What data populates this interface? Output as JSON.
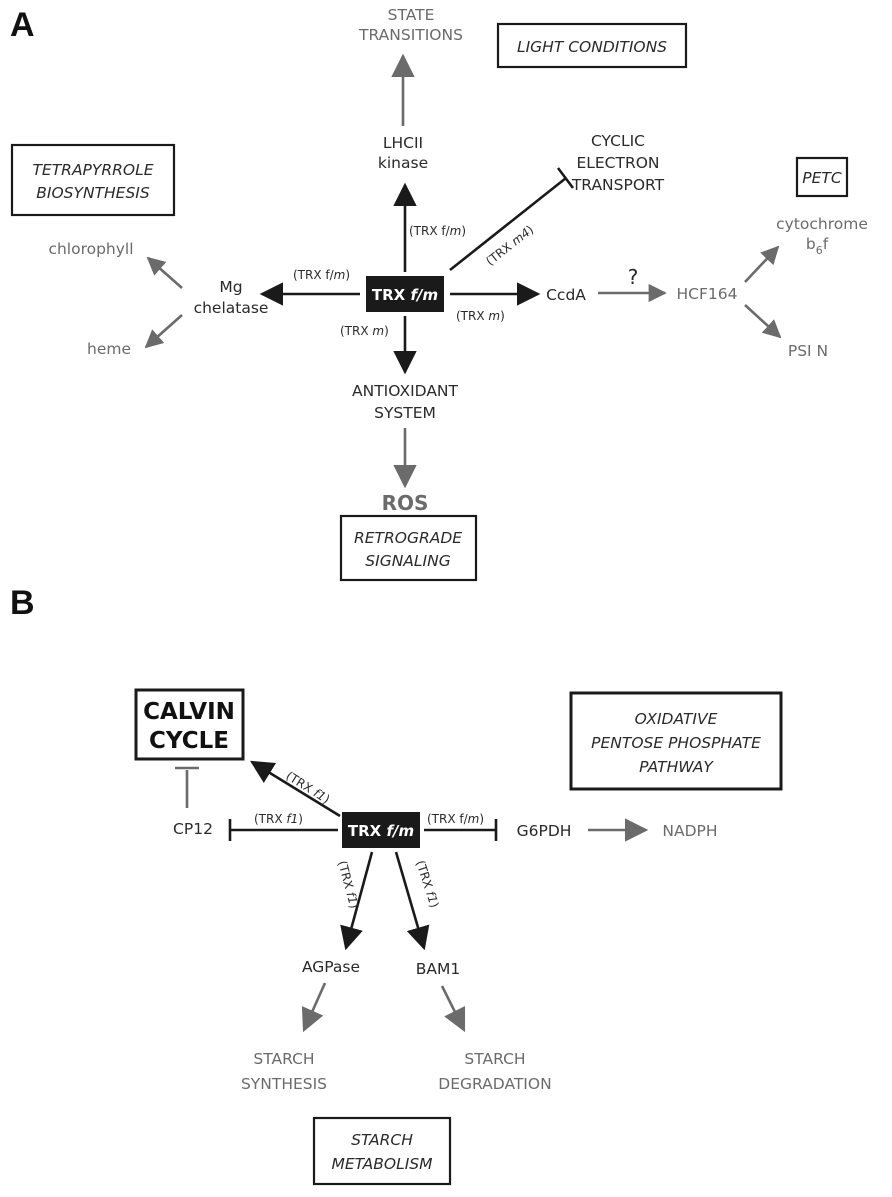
{
  "panel_a": {
    "letter": "A",
    "hub": {
      "main": "TRX ",
      "italic": "f/m"
    },
    "state_transitions": [
      "STATE",
      "TRANSITIONS"
    ],
    "light_conditions": "LIGHT CONDITIONS",
    "lhcii": [
      "LHCII",
      "kinase"
    ],
    "cyclic": [
      "CYCLIC",
      "ELECTRON",
      "TRANSPORT"
    ],
    "tetrapyrrole": [
      "TETRAPYRROLE",
      "BIOSYNTHESIS"
    ],
    "petc": "PETC",
    "cytochrome": "cytochrome",
    "b6f": {
      "b": "b",
      "sub": "6",
      "f": "f"
    },
    "chlorophyll": "chlorophyll",
    "mg": [
      "Mg",
      "chelatase"
    ],
    "heme": "heme",
    "ccda": "CcdA",
    "question": "?",
    "hcf164": "HCF164",
    "psin": "PSI N",
    "antioxidant": [
      "ANTIOXIDANT",
      "SYSTEM"
    ],
    "ros": "ROS",
    "retrograde": [
      "RETROGRADE",
      "SIGNALING"
    ],
    "lab_up": {
      "pre": "(TRX f/",
      "it": "m",
      "post": ")"
    },
    "lab_left": {
      "pre": "(TRX f/",
      "it": "m",
      "post": ")"
    },
    "lab_down": {
      "pre": "(TRX ",
      "it": "m",
      "post": ")"
    },
    "lab_right": {
      "pre": "(TRX ",
      "it": "m",
      "post": ")"
    },
    "lab_diag": {
      "pre": "(TRX ",
      "it": "m4",
      "post": ")"
    }
  },
  "panel_b": {
    "letter": "B",
    "hub": {
      "main": "TRX ",
      "italic": "f/m"
    },
    "calvin": [
      "CALVIN",
      "CYCLE"
    ],
    "oxidative": [
      "OXIDATIVE",
      "PENTOSE PHOSPHATE",
      "PATHWAY"
    ],
    "cp12": "CP12",
    "g6pdh": "G6PDH",
    "nadph": "NADPH",
    "agpase": "AGPase",
    "bam1": "BAM1",
    "starch_syn": [
      "STARCH",
      "SYNTHESIS"
    ],
    "starch_deg": [
      "STARCH",
      "DEGRADATION"
    ],
    "starch_met": [
      "STARCH",
      "METABOLISM"
    ],
    "lab_calvin": {
      "pre": "(TRX ",
      "it": "f1",
      "post": ")"
    },
    "lab_cp12": {
      "pre": "(TRX ",
      "it": "f1",
      "post": ")"
    },
    "lab_g6pdh": {
      "pre": "(TRX f/",
      "it": "m",
      "post": ")"
    },
    "lab_agp": {
      "pre": "(TRX ",
      "it": "f1",
      "post": ")"
    },
    "lab_bam": {
      "pre": "(TRX ",
      "it": "f1",
      "post": ")"
    }
  }
}
